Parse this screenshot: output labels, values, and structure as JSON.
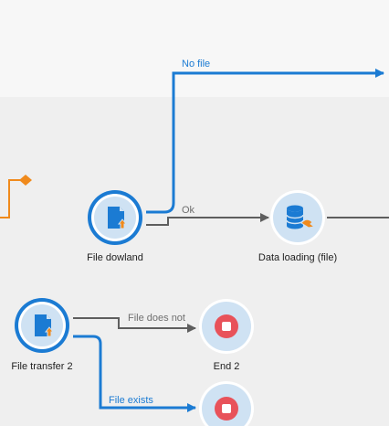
{
  "workflow": {
    "nodes": {
      "file_download": {
        "label": "File dowland",
        "icon": "file-upload-icon"
      },
      "data_loading": {
        "label": "Data loading (file)",
        "icon": "database-load-icon"
      },
      "file_transfer_2": {
        "label": "File transfer 2",
        "icon": "file-upload-icon"
      },
      "end_2": {
        "label": "End 2",
        "icon": "stop-icon"
      },
      "end_3": {
        "label": "",
        "icon": "stop-icon"
      }
    },
    "transitions": {
      "no_file": "No file",
      "ok": "Ok",
      "file_does_not": "File does not",
      "file_exists": "File exists"
    }
  },
  "colors": {
    "canvas": "#efefef",
    "canvas_top": "#f7f7f7",
    "accent_blue": "#1b7bd3",
    "link_gray": "#5e5e5e",
    "orange": "#f08a1c",
    "stop_red": "#e8525a",
    "node_fill": "#cfe2f3"
  }
}
